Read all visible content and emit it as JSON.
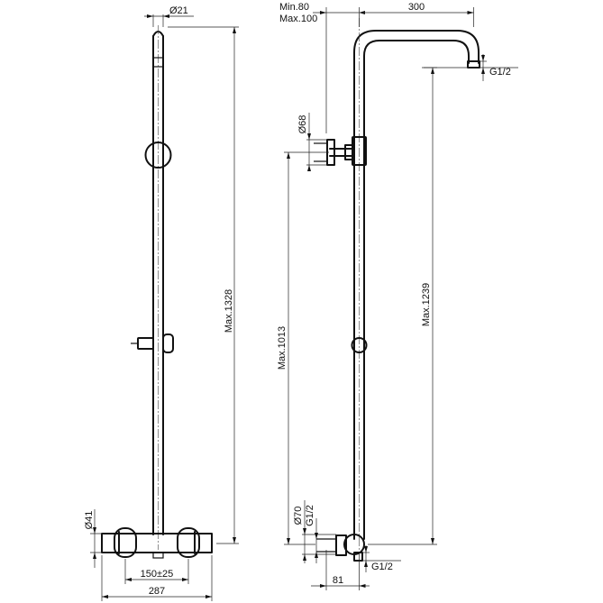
{
  "dimensions": {
    "left_view": {
      "tube_diameter": "Ø21",
      "height_max": "Max.1328",
      "body_diameter": "Ø41",
      "center_distance": "150±25",
      "overall_width": "287"
    },
    "right_view": {
      "arm_min": "Min.80",
      "arm_max": "Max.100",
      "arm_length": "300",
      "head_thread": "G1/2",
      "flange_diameter": "Ø68",
      "outlet_height_max": "Max.1013",
      "head_height_max": "Max.1239",
      "bottom_diameter": "Ø70",
      "bottom_thread_top": "G1/2",
      "wall_offset": "81",
      "bottom_thread": "G1/2"
    }
  }
}
